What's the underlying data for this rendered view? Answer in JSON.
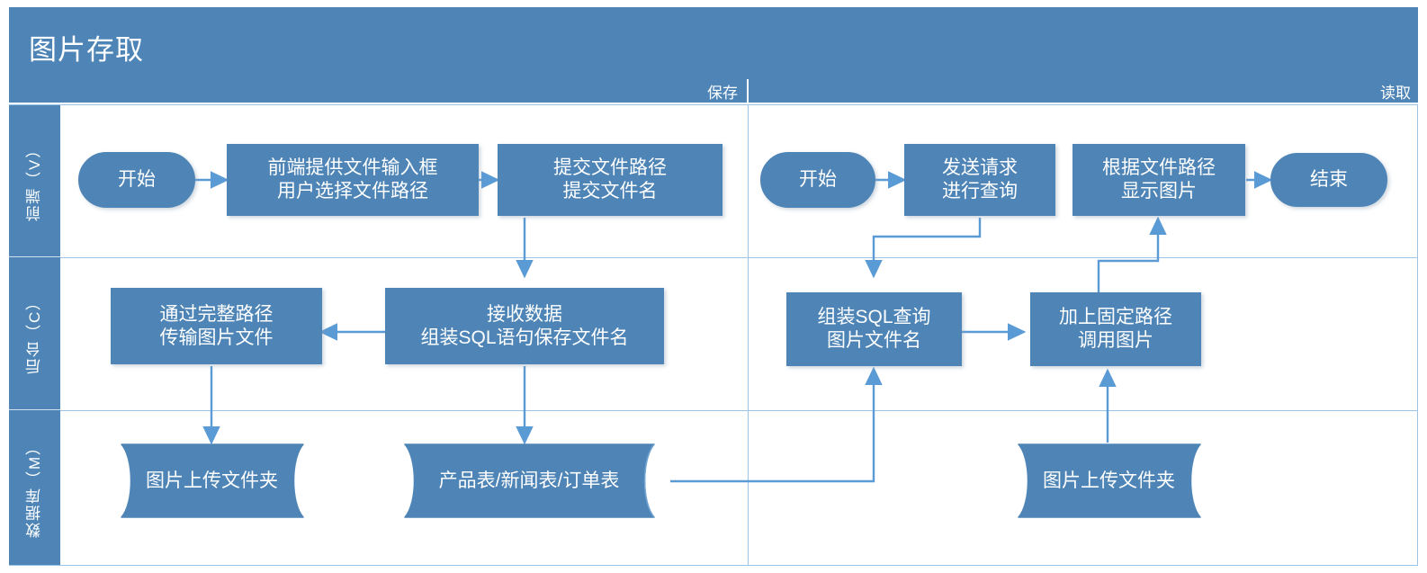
{
  "title": "图片存取",
  "phases": {
    "save": "保存",
    "read": "读取"
  },
  "lanes": [
    {
      "id": "frontend",
      "label": "前端（V）"
    },
    {
      "id": "backend",
      "label": "后台（C）"
    },
    {
      "id": "database",
      "label": "数据库（M）"
    }
  ],
  "colors": {
    "header": "#4E85B6",
    "node_fill": "#4E85B6",
    "node_text": "#FFFFFF",
    "connector": "#5B9BD5",
    "lane_border": "#9DC3E6",
    "canvas": "#FFFFFF"
  },
  "nodes": {
    "save_start": {
      "label": "开始",
      "shape": "stadium"
    },
    "save_input": {
      "label": "前端提供文件输入框\n用户选择文件路径",
      "shape": "rect"
    },
    "save_submit": {
      "label": "提交文件路径\n提交文件名",
      "shape": "rect"
    },
    "save_receive": {
      "label": "接收数据\n组装SQL语句保存文件名",
      "shape": "rect"
    },
    "save_transfer": {
      "label": "通过完整路径\n传输图片文件",
      "shape": "rect"
    },
    "save_folder": {
      "label": "图片上传文件夹",
      "shape": "database"
    },
    "save_tables": {
      "label": "产品表/新闻表/订单表",
      "shape": "database"
    },
    "read_start": {
      "label": "开始",
      "shape": "stadium"
    },
    "read_request": {
      "label": "发送请求\n进行查询",
      "shape": "rect"
    },
    "read_display": {
      "label": "根据文件路径\n显示图片",
      "shape": "rect"
    },
    "read_end": {
      "label": "结束",
      "shape": "stadium"
    },
    "read_sql": {
      "label": "组装SQL查询\n图片文件名",
      "shape": "rect"
    },
    "read_fixedpath": {
      "label": "加上固定路径\n调用图片",
      "shape": "rect"
    },
    "read_folder": {
      "label": "图片上传文件夹",
      "shape": "database"
    }
  },
  "edges": [
    {
      "from": "save_start",
      "to": "save_input",
      "kind": "arrow-right"
    },
    {
      "from": "save_input",
      "to": "save_submit",
      "kind": "arrow-right"
    },
    {
      "from": "save_submit",
      "to": "save_receive",
      "kind": "arrow-down-elbow"
    },
    {
      "from": "save_receive",
      "to": "save_transfer",
      "kind": "arrow-left"
    },
    {
      "from": "save_transfer",
      "to": "save_folder",
      "kind": "arrow-down"
    },
    {
      "from": "save_receive",
      "to": "save_tables",
      "kind": "arrow-down"
    },
    {
      "from": "read_start",
      "to": "read_request",
      "kind": "arrow-right"
    },
    {
      "from": "read_request",
      "to": "read_sql",
      "kind": "arrow-down-elbow"
    },
    {
      "from": "read_sql",
      "to": "read_fixedpath",
      "kind": "arrow-right"
    },
    {
      "from": "read_fixedpath",
      "to": "read_display",
      "kind": "arrow-up-elbow"
    },
    {
      "from": "read_display",
      "to": "read_end",
      "kind": "arrow-right"
    },
    {
      "from": "save_tables",
      "to": "read_sql",
      "kind": "arrow-right-up-elbow"
    },
    {
      "from": "read_folder",
      "to": "read_fixedpath",
      "kind": "arrow-up"
    }
  ]
}
